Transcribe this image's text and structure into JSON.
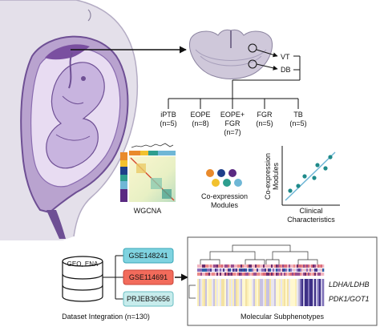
{
  "tissue_labels": {
    "vt": "VT",
    "db": "DB"
  },
  "groups": [
    {
      "name": "iPTB",
      "count": "(n=5)"
    },
    {
      "name": "EOPE",
      "count": "(n=8)"
    },
    {
      "name": "EOPE+",
      "name2": "FGR",
      "count": "(n=7)"
    },
    {
      "name": "FGR",
      "count": "(n=5)"
    },
    {
      "name": "TB",
      "count": "(n=5)"
    }
  ],
  "wgcna": {
    "label": "WGCNA"
  },
  "modules": {
    "line1": "Co-expression",
    "line2": "Modules",
    "colors": [
      "#e98a2b",
      "#1e3f8a",
      "#5a2a82",
      "#f2c12e",
      "#2e9e8f",
      "#6fb7d6"
    ]
  },
  "correlation": {
    "ylabel_line1": "Co-expression",
    "ylabel_line2": "Modules",
    "xlabel_line1": "Clinical",
    "xlabel_line2": "Characteristics"
  },
  "datasets": {
    "db_label": "GEO, ENA",
    "items": [
      {
        "id": "GSE148241",
        "color": "#7fd3e0",
        "border": "#3aa7b8"
      },
      {
        "id": "GSE114691",
        "color": "#f26b5b",
        "border": "#c9453a"
      },
      {
        "id": "PRJEB30656",
        "color": "#c7ecec",
        "border": "#6bbfc4"
      }
    ],
    "caption": "Dataset Integration (n=130)"
  },
  "subphenotypes": {
    "genes1": "LDHA/LDHB",
    "genes2": "PDK1/GOT1",
    "caption": "Molecular Subphenotypes"
  }
}
